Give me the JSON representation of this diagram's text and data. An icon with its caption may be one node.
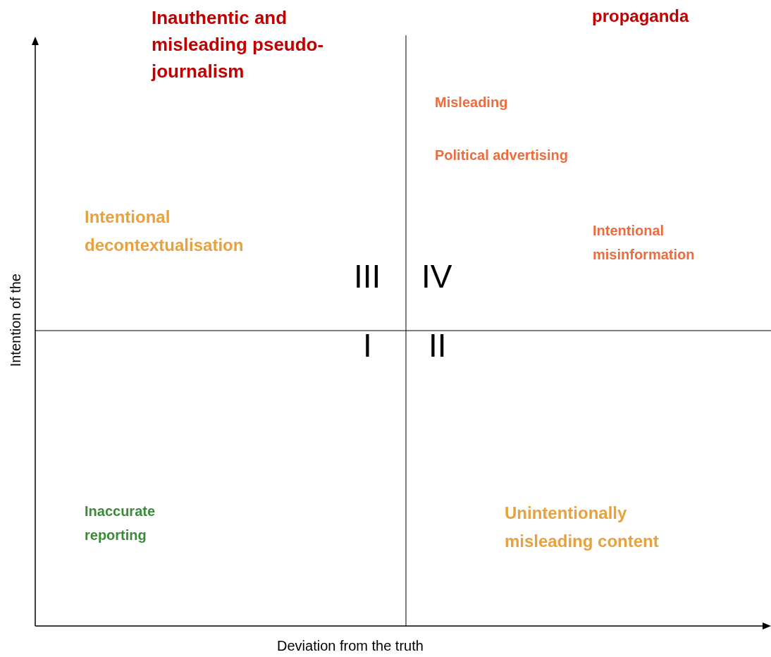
{
  "diagram": {
    "labels": [
      "Inauthentic and misleading pseudo-journalism",
      "propaganda",
      "Misleading",
      "Political advertising",
      "Intentional decontextualisation",
      "Intentional misinformation",
      "III",
      "IV",
      "I",
      "II",
      "Intention of the",
      "Inaccurate reporting",
      "Unintentionally misleading content",
      "Deviation from the truth"
    ]
  }
}
